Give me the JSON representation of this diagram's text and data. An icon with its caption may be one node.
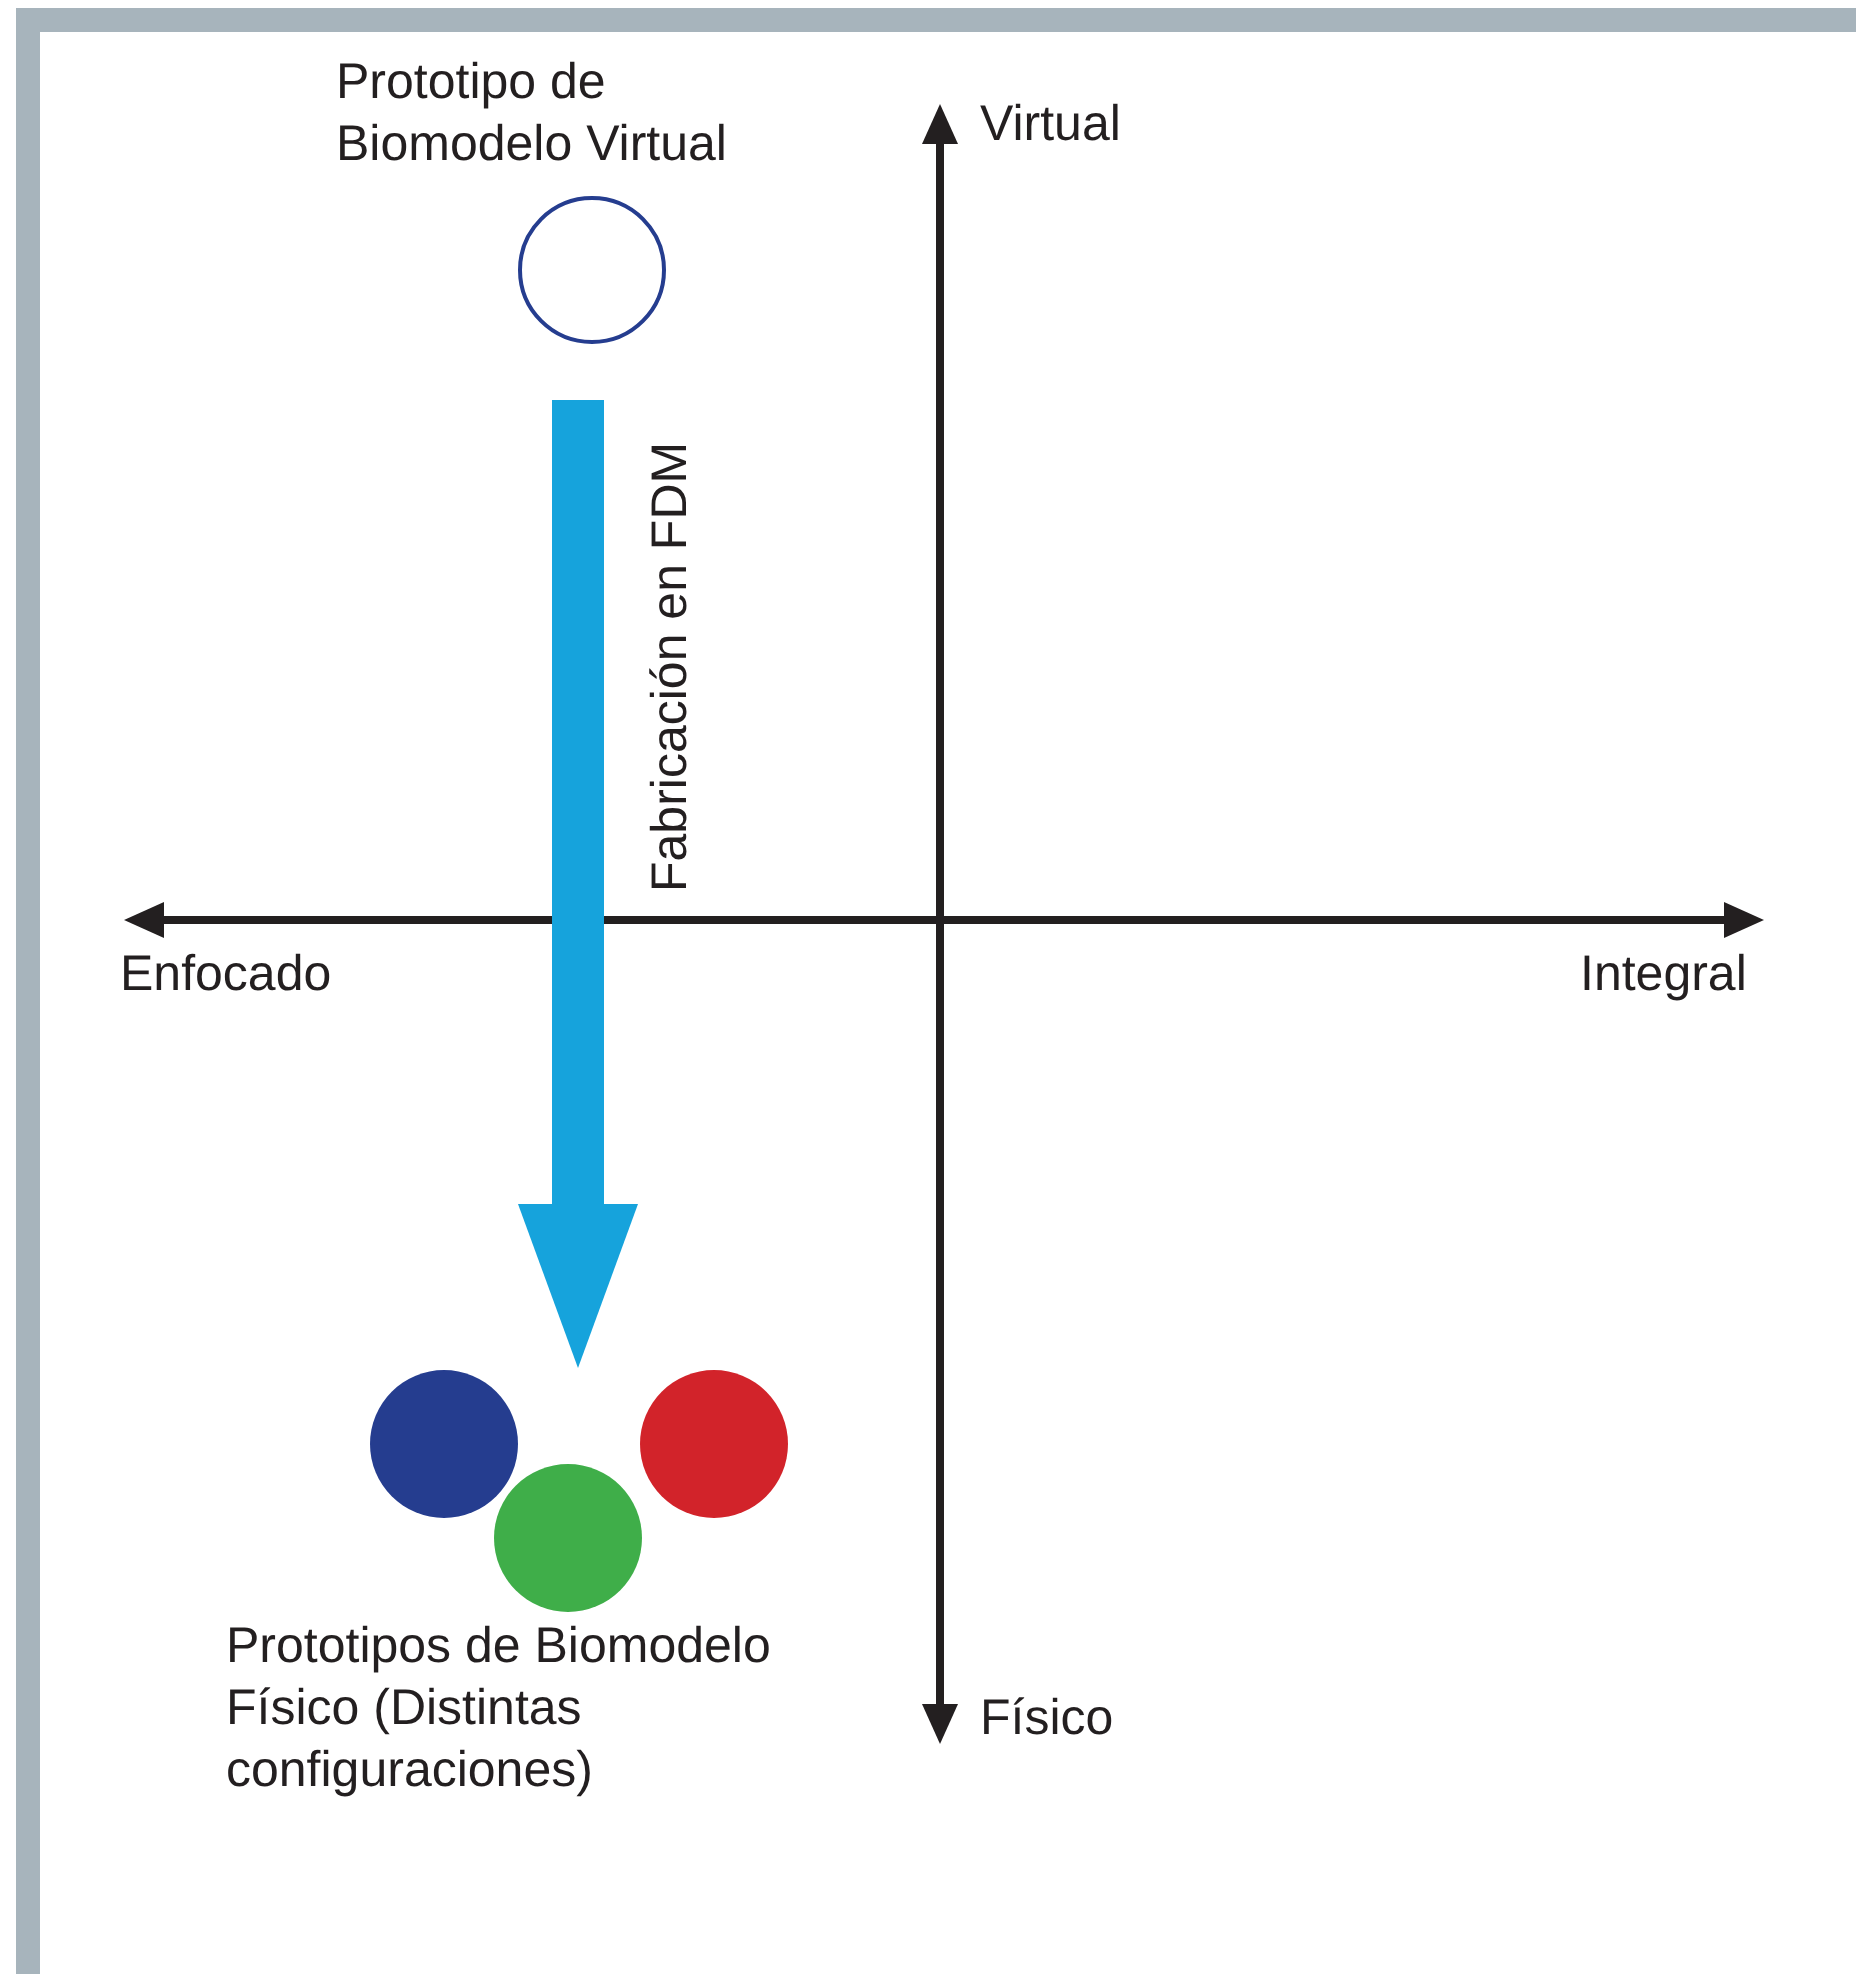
{
  "diagram": {
    "nodes": [
      {
        "text": [
          "Prototipo de Biomodelo Virtual"
        ]
      },
      {
        "text": [
          "Prototipos de Biomodelo Físico (Distintas configuraciones)"
        ]
      },
      {
        "text": [],
        "shape": "circle",
        "in": 1
      },
      {
        "text": [],
        "shape": "circle",
        "in": 1
      },
      {
        "text": [],
        "shape": "circle",
        "in": 1
      }
    ],
    "edges": [
      {
        "from": 0,
        "to": 1,
        "arrow": "to",
        "label": "Fabricación en FDM",
        "color": "#16a3dc"
      }
    ],
    "labels": [
      "Virtual",
      "Enfocado",
      "Integral",
      "Físico"
    ]
  }
}
